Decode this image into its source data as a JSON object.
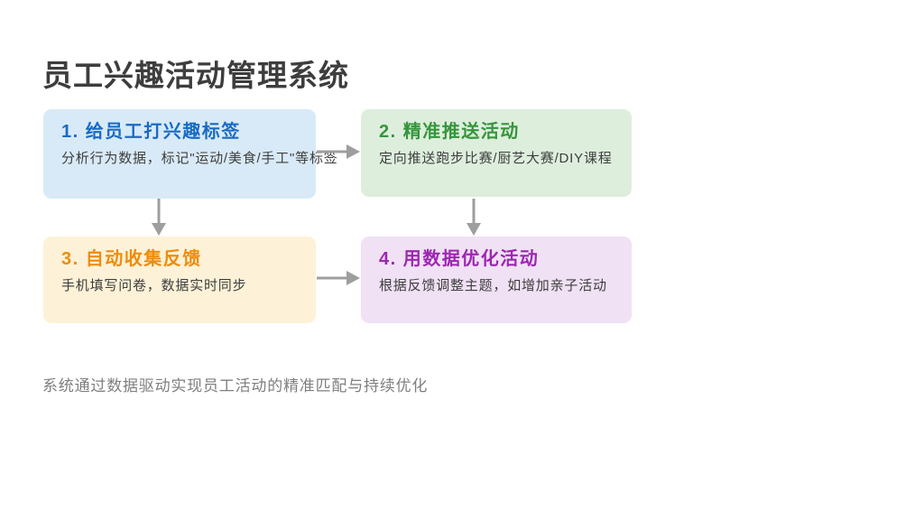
{
  "page": {
    "title": "员工兴趣活动管理系统",
    "note": "系统通过数据驱动实现员工活动的精准匹配与持续优化"
  },
  "flow": {
    "arrow_color": "#9e9e9e",
    "steps": [
      {
        "title": "1. 给员工打兴趣标签",
        "desc": "分析行为数据，标记\"运动/美食/手工\"等标签",
        "accent": "#1a6bc4",
        "bg": "#d8eaf7"
      },
      {
        "title": "2. 精准推送活动",
        "desc": "定向推送跑步比赛/厨艺大赛/DIY课程",
        "accent": "#36953c",
        "bg": "#ddeedd"
      },
      {
        "title": "3. 自动收集反馈",
        "desc": "手机填写问卷，数据实时同步",
        "accent": "#ee8c0f",
        "bg": "#fdf2d7"
      },
      {
        "title": "4. 用数据优化活动",
        "desc": "根据反馈调整主题，如增加亲子活动",
        "accent": "#9c27b0",
        "bg": "#f0e1f5"
      }
    ],
    "connectors": [
      {
        "from": "step-1",
        "to": "step-2",
        "direction": "right"
      },
      {
        "from": "step-1",
        "to": "step-3",
        "direction": "down"
      },
      {
        "from": "step-2",
        "to": "step-4",
        "direction": "down"
      },
      {
        "from": "step-3",
        "to": "step-4",
        "direction": "right"
      }
    ]
  }
}
